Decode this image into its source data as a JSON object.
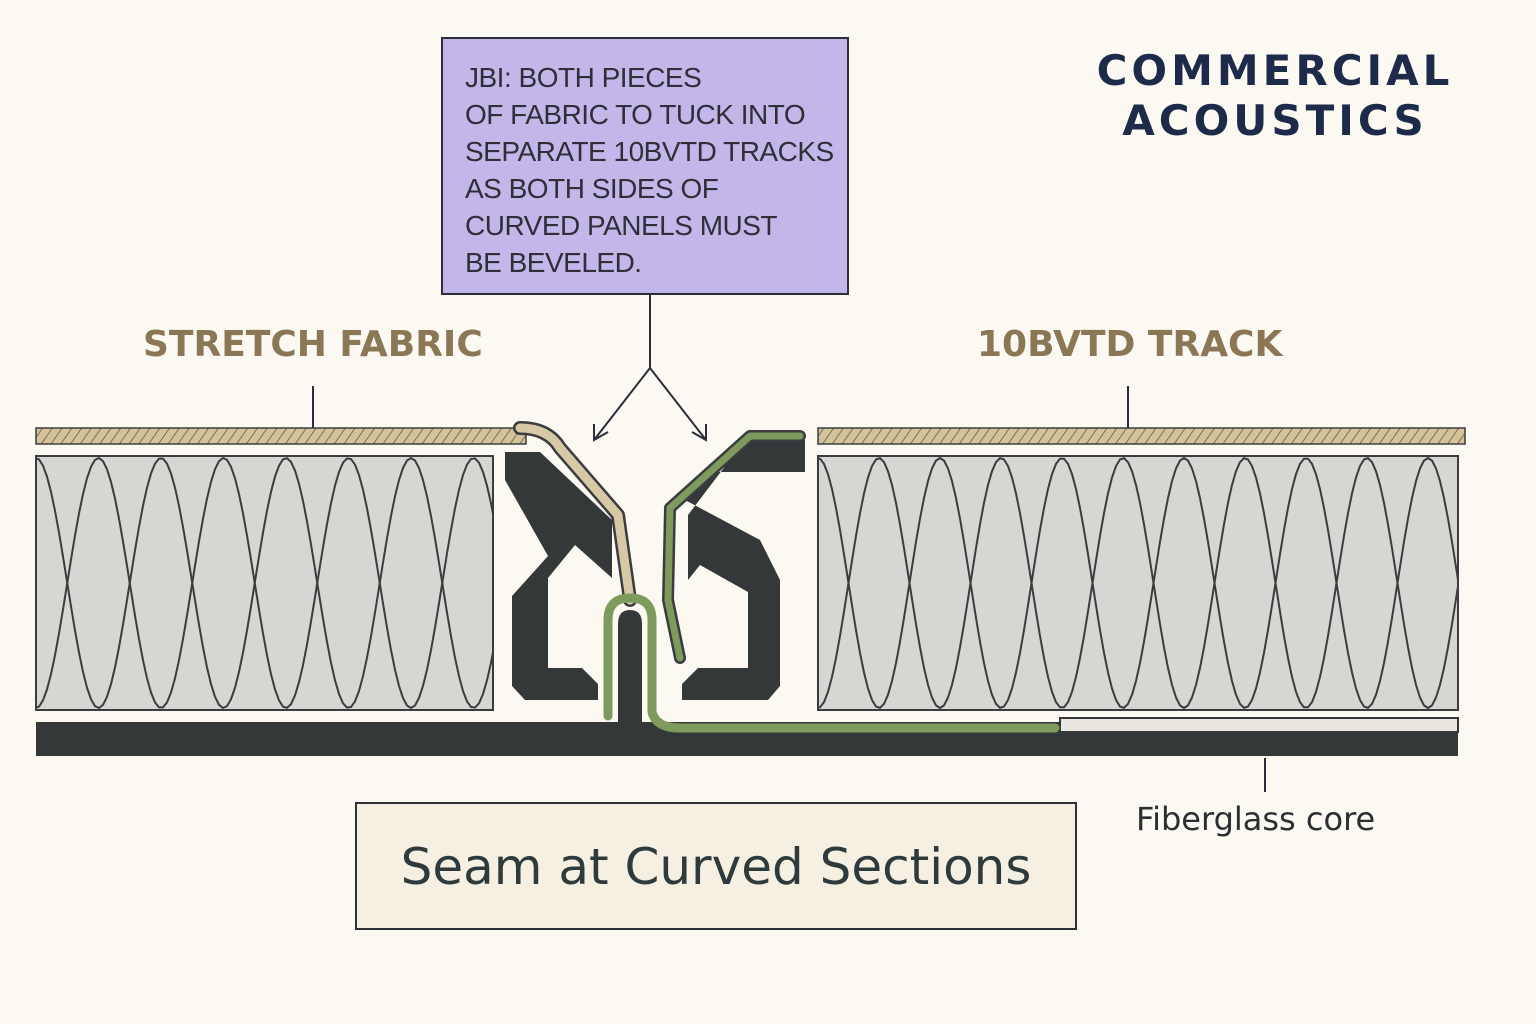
{
  "brand": {
    "line1": "COMMERCIAL",
    "line2": "ACOUSTICS"
  },
  "note": {
    "lines": [
      "JBI: BOTH PIECES",
      "OF FABRIC TO TUCK INTO",
      "SEPARATE 10BVTD TRACKS",
      "AS BOTH SIDES OF",
      "CURVED PANELS MUST",
      "BE BEVELED."
    ]
  },
  "labels": {
    "left": "STRETCH FABRIC",
    "right": "10BVTD TRACK",
    "core": "Fiberglass core"
  },
  "caption": "Seam at Curved Sections",
  "colors": {
    "background": "#fbf9f1",
    "note_fill": "#c3b6e9",
    "fabric_left": "#d8c9a6",
    "fabric_right": "#7e9a5c",
    "track": "#353839",
    "core_fill": "#d6d6d2",
    "label_gold": "#8b7755",
    "brand_navy": "#1e2a4a"
  }
}
